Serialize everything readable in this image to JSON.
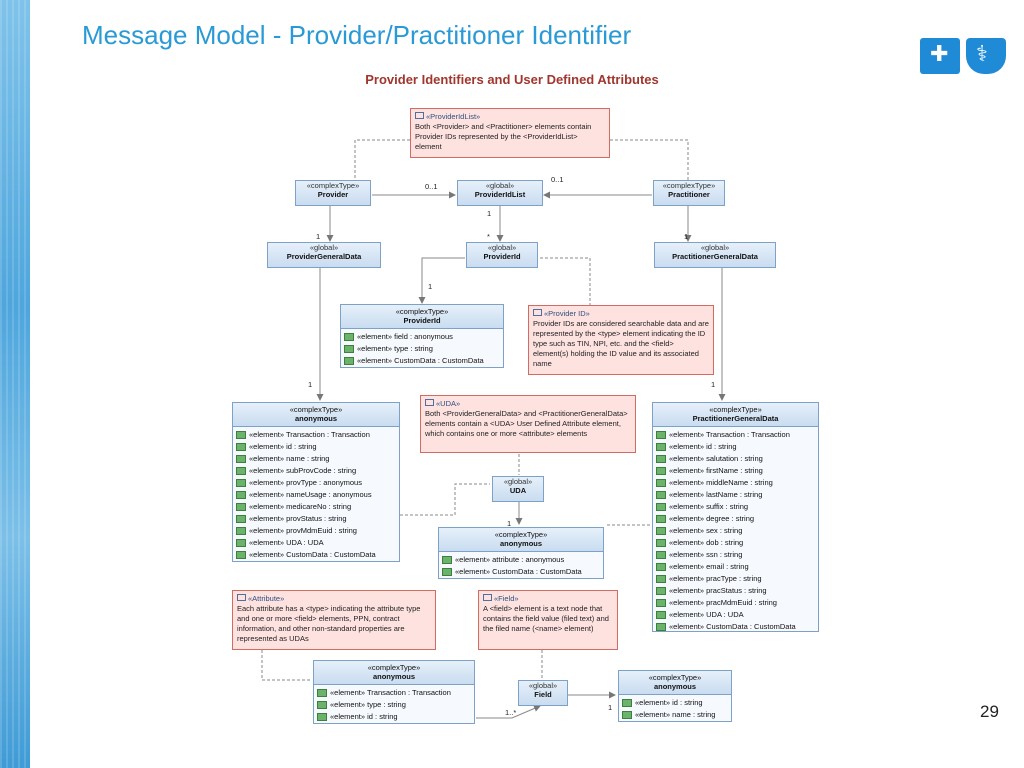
{
  "slide": {
    "title": "Message Model - Provider/Practitioner Identifier",
    "page_number": "29"
  },
  "diagram": {
    "title": "Provider Identifiers and User Defined Attributes",
    "notes": {
      "provideridlist": {
        "header": "«ProviderIdList»",
        "text": "Both <Provider> and <Practitioner> elements contain Provider IDs represented by the <ProviderIdList> element"
      },
      "providerid": {
        "header": "«Provider ID»",
        "text": "Provider IDs are considered searchable data and are represented by the <type> element indicating the ID type such as TIN, NPI, etc. and the <field> element(s) holding the ID value and its associated name"
      },
      "uda": {
        "header": "«UDA»",
        "text": "Both <ProviderGeneralData> and <PractitionerGeneralData> elements contain a <UDA> User Defined Attribute element, which contains one or more <attribute> elements"
      },
      "attribute": {
        "header": "«Attribute»",
        "text": "Each attribute has a <type> indicating the attribute type and one or more <field> elements, PPN, contract information, and other non-standard properties are represented as UDAs"
      },
      "field": {
        "header": "«Field»",
        "text": "A <field> element is a text node that contains the field value (filed text) and the filed name (<name> element)"
      }
    },
    "boxes": {
      "provider": {
        "stereo": "«complexType»",
        "name": "Provider"
      },
      "provideridlist": {
        "stereo": "«global»",
        "name": "ProviderIdList"
      },
      "practitioner": {
        "stereo": "«complexType»",
        "name": "Practitioner"
      },
      "providergeneraldata": {
        "stereo": "«global»",
        "name": "ProviderGeneralData"
      },
      "providerid": {
        "stereo": "«global»",
        "name": "ProviderId"
      },
      "practitionergeneraldata": {
        "stereo": "«global»",
        "name": "PractitionerGeneralData"
      },
      "uda": {
        "stereo": "«global»",
        "name": "UDA"
      },
      "field": {
        "stereo": "«global»",
        "name": "Field"
      }
    },
    "classes": {
      "providerid_type": {
        "stereo": "«complexType»",
        "name": "ProviderId",
        "rows": [
          "«element» field : anonymous",
          "«element» type : string",
          "«element» CustomData : CustomData"
        ]
      },
      "provider_anon": {
        "stereo": "«complexType»",
        "name": "anonymous",
        "rows": [
          "«element» Transaction : Transaction",
          "«element» id : string",
          "«element» name : string",
          "«element» subProvCode : string",
          "«element» provType : anonymous",
          "«element» nameUsage : anonymous",
          "«element» medicareNo : string",
          "«element» provStatus : string",
          "«element» provMdmEuid : string",
          "«element» UDA : UDA",
          "«element» CustomData : CustomData"
        ]
      },
      "practitioner_gd": {
        "stereo": "«complexType»",
        "name": "PractitionerGeneralData",
        "rows": [
          "«element» Transaction : Transaction",
          "«element» id : string",
          "«element» salutation : string",
          "«element» firstName : string",
          "«element» middleName : string",
          "«element» lastName : string",
          "«element» suffix : string",
          "«element» degree : string",
          "«element» sex : string",
          "«element» dob : string",
          "«element» ssn : string",
          "«element» email : string",
          "«element» pracType : string",
          "«element» pracStatus : string",
          "«element» pracMdmEuid : string",
          "«element» UDA : UDA",
          "«element» CustomData : CustomData"
        ]
      },
      "uda_anon": {
        "stereo": "«complexType»",
        "name": "anonymous",
        "rows": [
          "«element» attribute : anonymous",
          "«element» CustomData : CustomData"
        ]
      },
      "attr_anon": {
        "stereo": "«complexType»",
        "name": "anonymous",
        "rows": [
          "«element» Transaction : Transaction",
          "«element» type : string",
          "«element» id : string"
        ]
      },
      "field_anon": {
        "stereo": "«complexType»",
        "name": "anonymous",
        "rows": [
          "«element» id : string",
          "«element» name : string"
        ]
      }
    },
    "multiplicities": {
      "m_prov_list": "0..1",
      "m_prac_list": "0..1",
      "m_list_one": "1",
      "m_list_star": "*",
      "m_prov_gd": "1",
      "m_prac_gd": "1",
      "m_pid_type": "1",
      "m_pgd_anon": "1",
      "m_prac_anon": "1",
      "m_uda_anon": "1",
      "m_field_many": "1..*",
      "m_field_one": "1"
    }
  }
}
